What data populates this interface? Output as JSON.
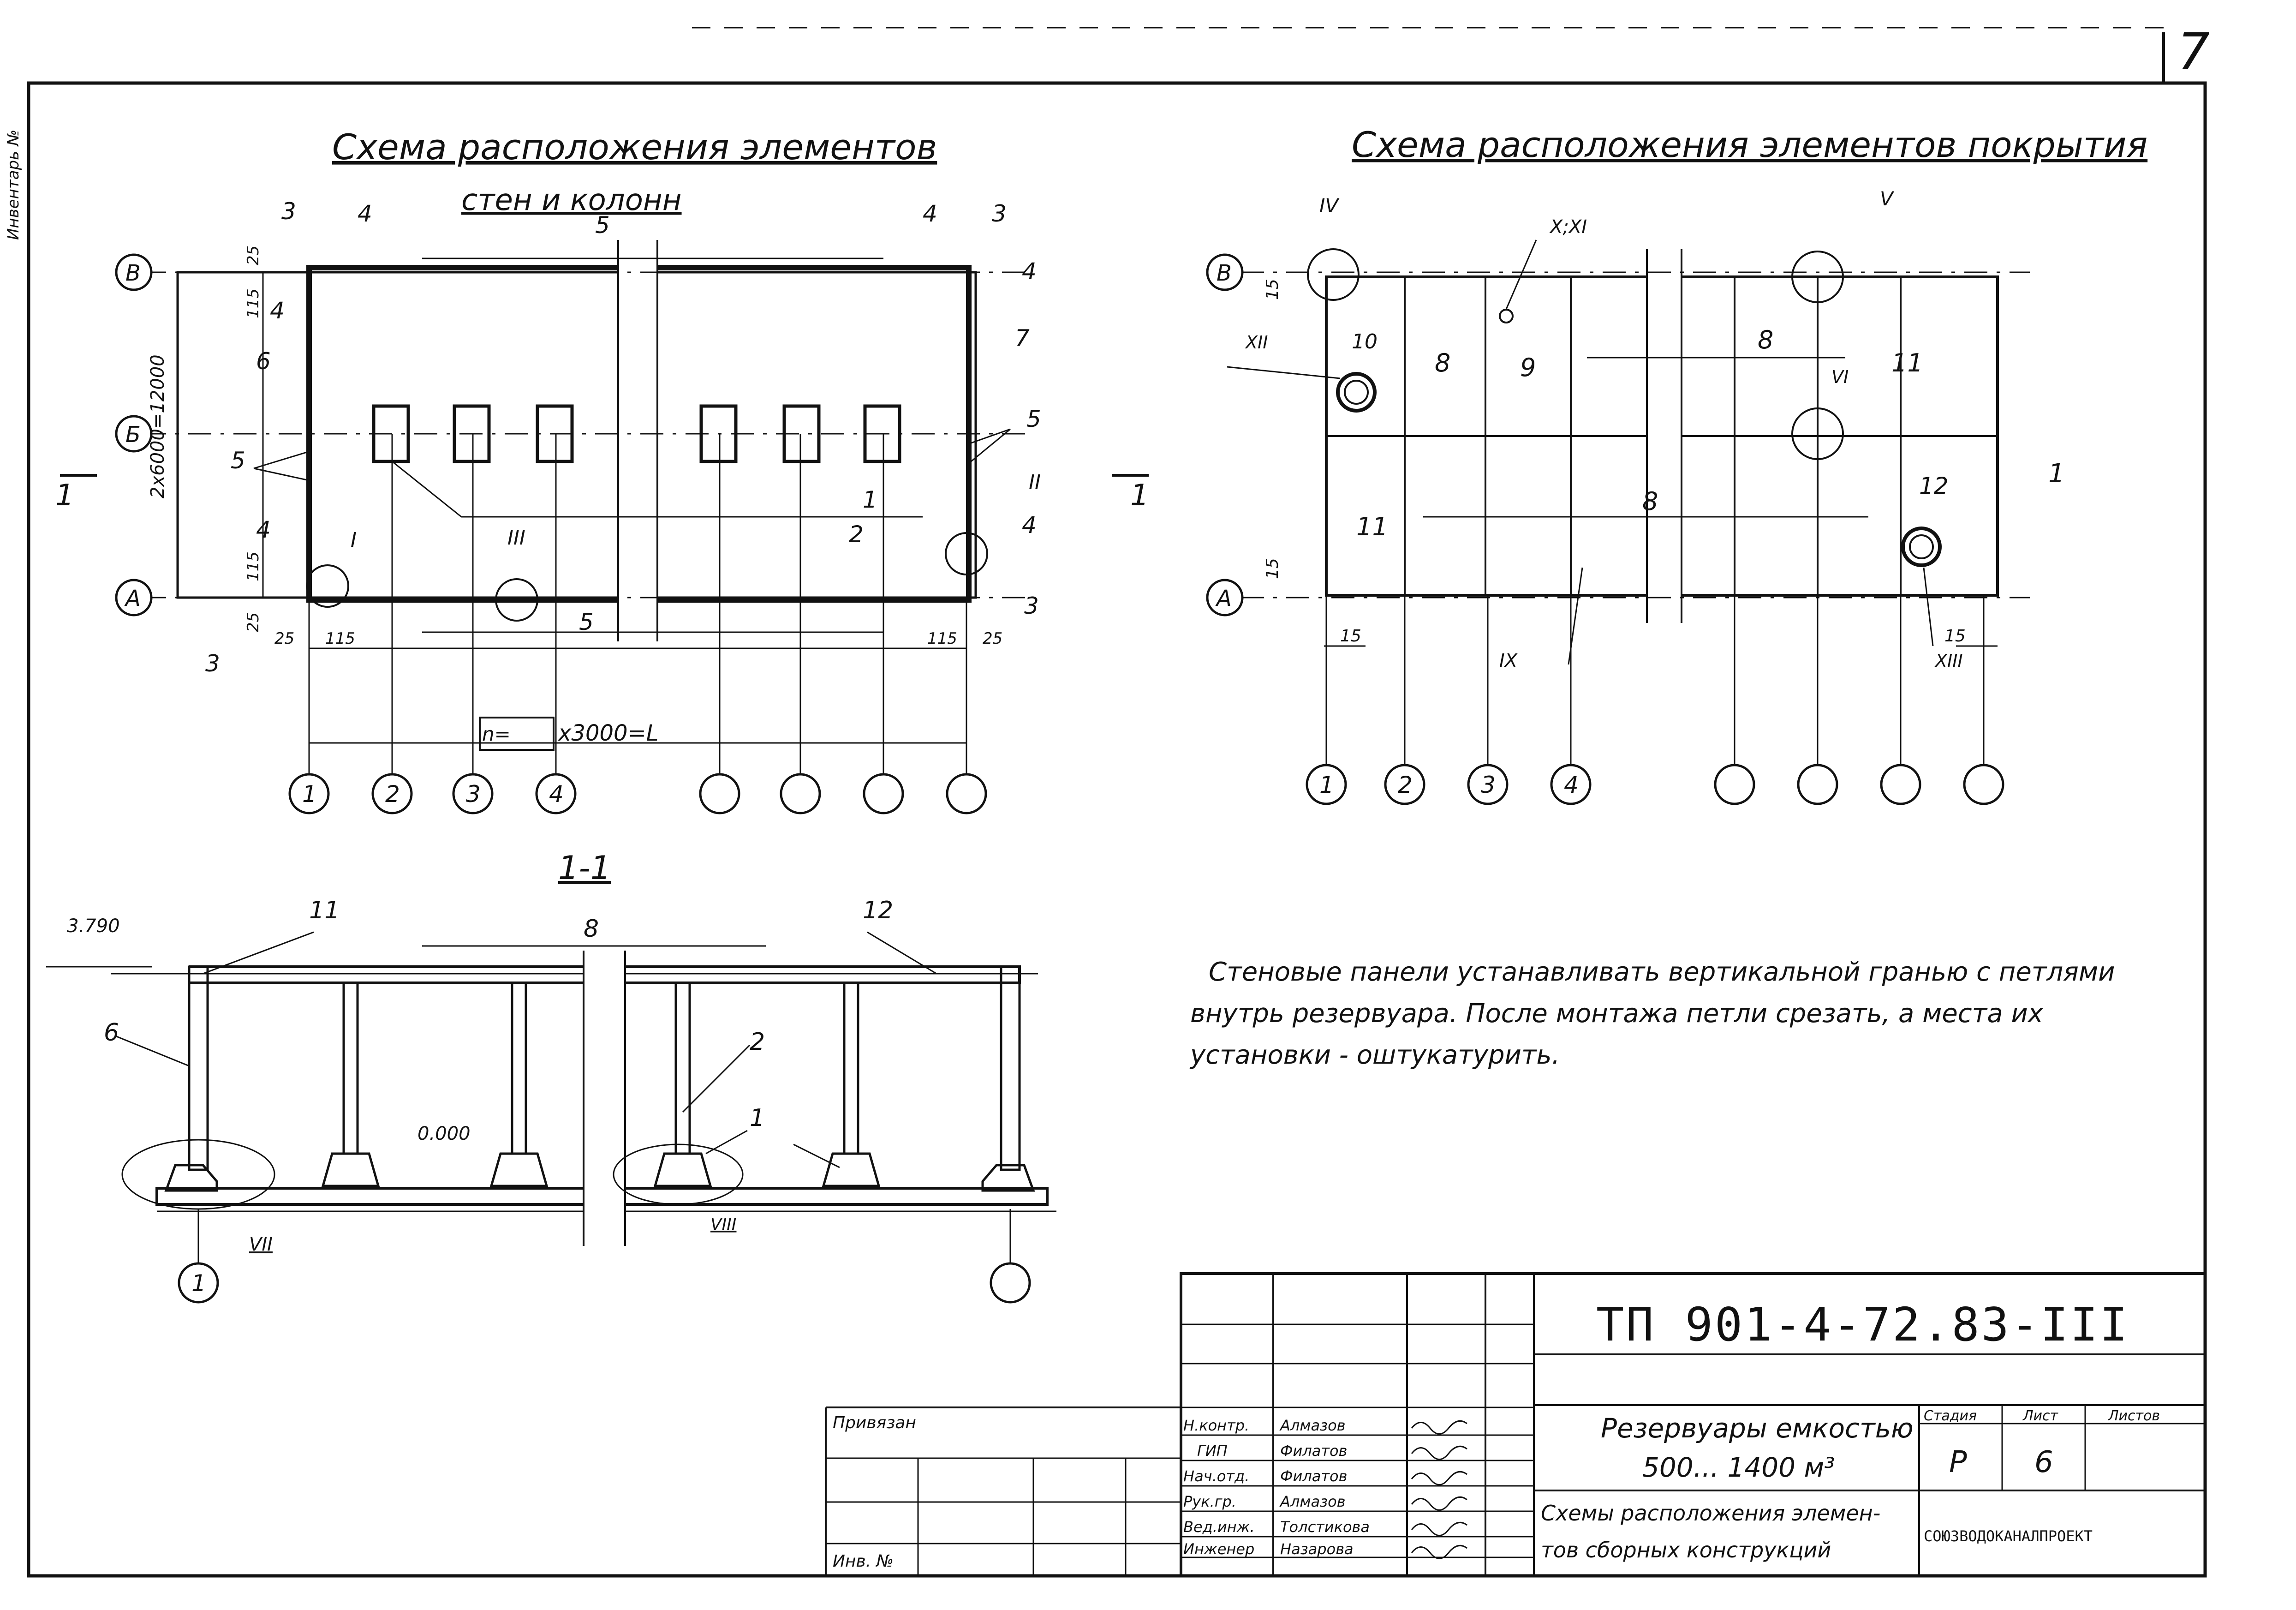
{
  "sheet": {
    "number": "7",
    "side_label": "Инвентарь №"
  },
  "plan_walls": {
    "title_line1": "Схема расположения элементов",
    "title_line2": "стен и колонн",
    "axis_rows": [
      "В",
      "Б",
      "А"
    ],
    "axis_cols": [
      "1",
      "2",
      "3",
      "4"
    ],
    "dim_span": "2х6000=12000",
    "dim_25": "25",
    "dim_115": "115",
    "dim_formula_n": "n=",
    "dim_formula_rest": "х3000=L",
    "section_mark": "1",
    "elements": [
      "1",
      "2",
      "3",
      "4",
      "5",
      "6",
      "7"
    ],
    "nodes": [
      "I",
      "II",
      "III"
    ]
  },
  "plan_roof": {
    "title": "Схема расположения элементов покрытия",
    "axis_rows": [
      "В",
      "А"
    ],
    "axis_cols": [
      "1",
      "2",
      "3",
      "4"
    ],
    "dim_15": "15",
    "section_mark": "1",
    "elements": [
      "8",
      "9",
      "10",
      "11",
      "12"
    ],
    "nodes": [
      "IV",
      "V",
      "VI",
      "IX",
      "X;XI",
      "XII",
      "XIII"
    ]
  },
  "section": {
    "title": "1-1",
    "elev_top": "3.790",
    "elev_zero": "0.000",
    "axis": "1",
    "elements": [
      "1",
      "2",
      "6",
      "8",
      "11",
      "12"
    ],
    "nodes": [
      "VII",
      "VIII"
    ]
  },
  "note": {
    "line1": "Стеновые панели устанавливать вертикальной гранью с петлями",
    "line2": "внутрь резервуара. После монтажа петли срезать, а места их",
    "line3": "установки - оштукатурить."
  },
  "title_block": {
    "code": "ТП 901-4-72.83-III",
    "project": "Резервуары емкостью",
    "project2": "500... 1400 м³",
    "sheet_title1": "Схемы расположения элемен-",
    "sheet_title2": "тов сборных конструкций",
    "stage_h": "Стадия",
    "sheet_h": "Лист",
    "sheets_h": "Листов",
    "stage": "Р",
    "sheet": "6",
    "org": "СОЮЗВОДОКАНАЛПРОЕКТ",
    "bound": "Привязан",
    "inv": "Инв. №",
    "roles": [
      "Н.контр.",
      "ГИП",
      "Нач.отд.",
      "Рук.гр.",
      "Вед.инж.",
      "Инженер"
    ],
    "names": [
      "Алмазов",
      "Филатов",
      "Филатов",
      "Алмазов",
      "Толстикова",
      "Назарова"
    ]
  }
}
